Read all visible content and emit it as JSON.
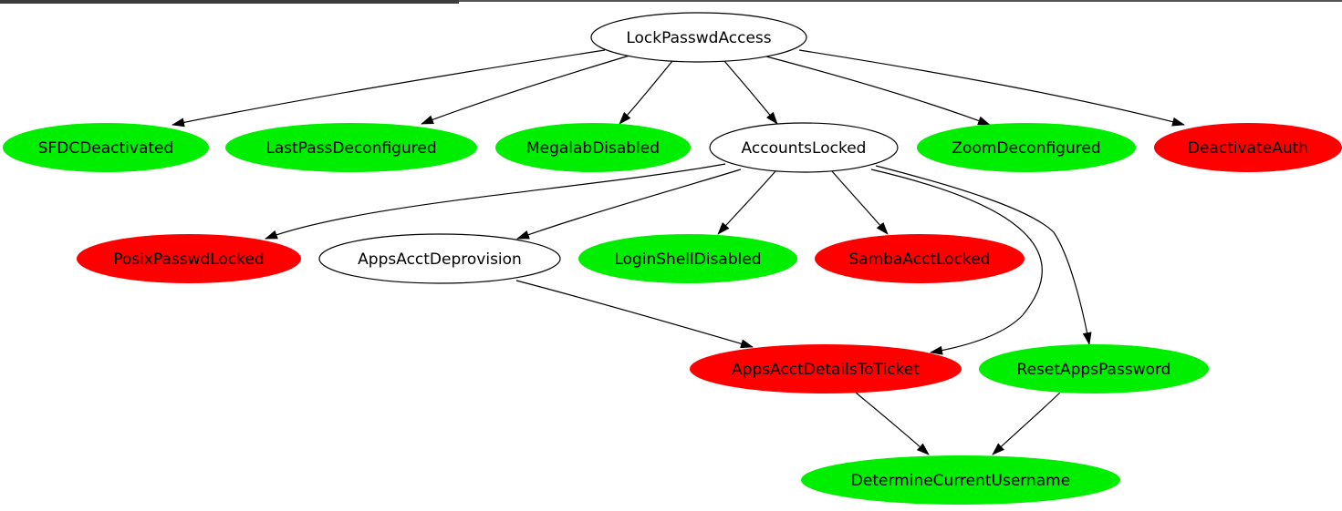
{
  "colors": {
    "green": "#00ee00",
    "red": "#ff0000",
    "white": "#ffffff",
    "stroke": "#000000"
  },
  "nodes": [
    {
      "id": "LockPasswdAccess",
      "label": "LockPasswdAccess",
      "fill": "white"
    },
    {
      "id": "SFDCDeactivated",
      "label": "SFDCDeactivated",
      "fill": "green"
    },
    {
      "id": "LastPassDeconfigured",
      "label": "LastPassDeconfigured",
      "fill": "green"
    },
    {
      "id": "MegalabDisabled",
      "label": "MegalabDisabled",
      "fill": "green"
    },
    {
      "id": "AccountsLocked",
      "label": "AccountsLocked",
      "fill": "white"
    },
    {
      "id": "ZoomDeconfigured",
      "label": "ZoomDeconfigured",
      "fill": "green"
    },
    {
      "id": "DeactivateAuth",
      "label": "DeactivateAuth",
      "fill": "red"
    },
    {
      "id": "PosixPasswdLocked",
      "label": "PosixPasswdLocked",
      "fill": "red"
    },
    {
      "id": "AppsAcctDeprovision",
      "label": "AppsAcctDeprovision",
      "fill": "white"
    },
    {
      "id": "LoginShellDisabled",
      "label": "LoginShellDisabled",
      "fill": "green"
    },
    {
      "id": "SambaAcctLocked",
      "label": "SambaAcctLocked",
      "fill": "red"
    },
    {
      "id": "AppsAcctDetailsToTicket",
      "label": "AppsAcctDetailsToTicket",
      "fill": "red"
    },
    {
      "id": "ResetAppsPassword",
      "label": "ResetAppsPassword",
      "fill": "green"
    },
    {
      "id": "DetermineCurrentUsername",
      "label": "DetermineCurrentUsername",
      "fill": "green"
    }
  ],
  "edges": [
    {
      "from": "LockPasswdAccess",
      "to": "SFDCDeactivated"
    },
    {
      "from": "LockPasswdAccess",
      "to": "LastPassDeconfigured"
    },
    {
      "from": "LockPasswdAccess",
      "to": "MegalabDisabled"
    },
    {
      "from": "LockPasswdAccess",
      "to": "AccountsLocked"
    },
    {
      "from": "LockPasswdAccess",
      "to": "ZoomDeconfigured"
    },
    {
      "from": "LockPasswdAccess",
      "to": "DeactivateAuth"
    },
    {
      "from": "AccountsLocked",
      "to": "PosixPasswdLocked"
    },
    {
      "from": "AccountsLocked",
      "to": "AppsAcctDeprovision"
    },
    {
      "from": "AccountsLocked",
      "to": "LoginShellDisabled"
    },
    {
      "from": "AccountsLocked",
      "to": "SambaAcctLocked"
    },
    {
      "from": "AccountsLocked",
      "to": "AppsAcctDetailsToTicket"
    },
    {
      "from": "AccountsLocked",
      "to": "ResetAppsPassword"
    },
    {
      "from": "AppsAcctDeprovision",
      "to": "AppsAcctDetailsToTicket"
    },
    {
      "from": "AppsAcctDetailsToTicket",
      "to": "DetermineCurrentUsername"
    },
    {
      "from": "ResetAppsPassword",
      "to": "DetermineCurrentUsername"
    }
  ]
}
